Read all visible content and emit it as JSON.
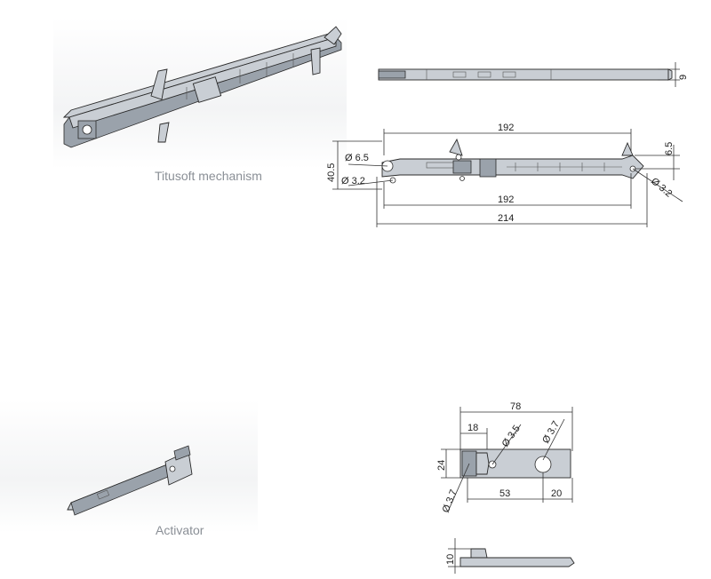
{
  "mechanism": {
    "caption": "Titusoft mechanism",
    "top_view": {
      "height_label": "9"
    },
    "side_view": {
      "length_top_label": "192",
      "length_mid_label": "192",
      "length_total_label": "214",
      "height_label": "40.5",
      "offset_label": "6.5",
      "hole_large_label": "Ø 6.5",
      "hole_small_label": "Ø 3.2",
      "hole_right_label": "Ø 3.2"
    }
  },
  "activator": {
    "caption": "Activator",
    "plan_view": {
      "length_total_label": "78",
      "offset_left_label": "18",
      "hole_mid_label": "Ø 3.5",
      "slot_label": "Ø 3.7",
      "height_label": "24",
      "hole_left_label": "Ø 3.7",
      "span_label": "53",
      "end_label": "20"
    },
    "side_view": {
      "height_label": "10"
    }
  },
  "colors": {
    "part_fill": "#c9ced4",
    "line": "#333333",
    "caption": "#8a8f96"
  }
}
